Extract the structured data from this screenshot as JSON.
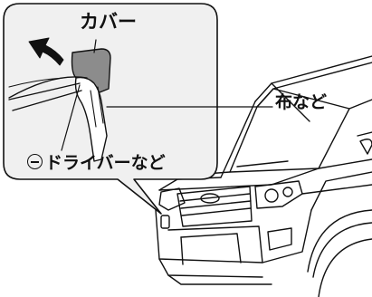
{
  "labels": {
    "cover": "カバー",
    "cloth": "布など",
    "driver_prefix_symbol": "minus-circle",
    "driver": "ドライバーなど"
  },
  "colors": {
    "callout_fill": "#f0f0f0",
    "cover_fill": "#8c8c8c",
    "line": "#111111"
  }
}
